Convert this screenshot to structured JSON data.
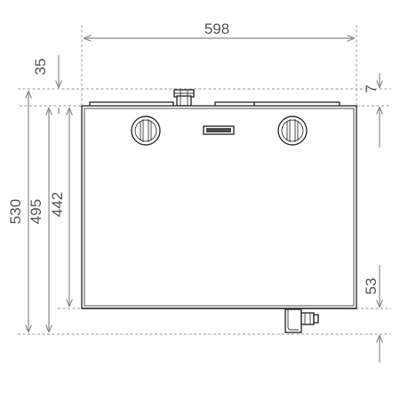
{
  "dimensions": {
    "width": "598",
    "top_offset": "35",
    "height_total": "530",
    "height_body": "495",
    "height_inner": "442",
    "right_top": "7",
    "right_bottom": "53"
  },
  "colors": {
    "dimension": "#8a8a8a",
    "text": "#555555",
    "outline": "#2f2f2f"
  },
  "icons": [
    "round-vent-icon",
    "rating-plate-icon",
    "top-fitting-icon",
    "bottom-drain-icon"
  ]
}
